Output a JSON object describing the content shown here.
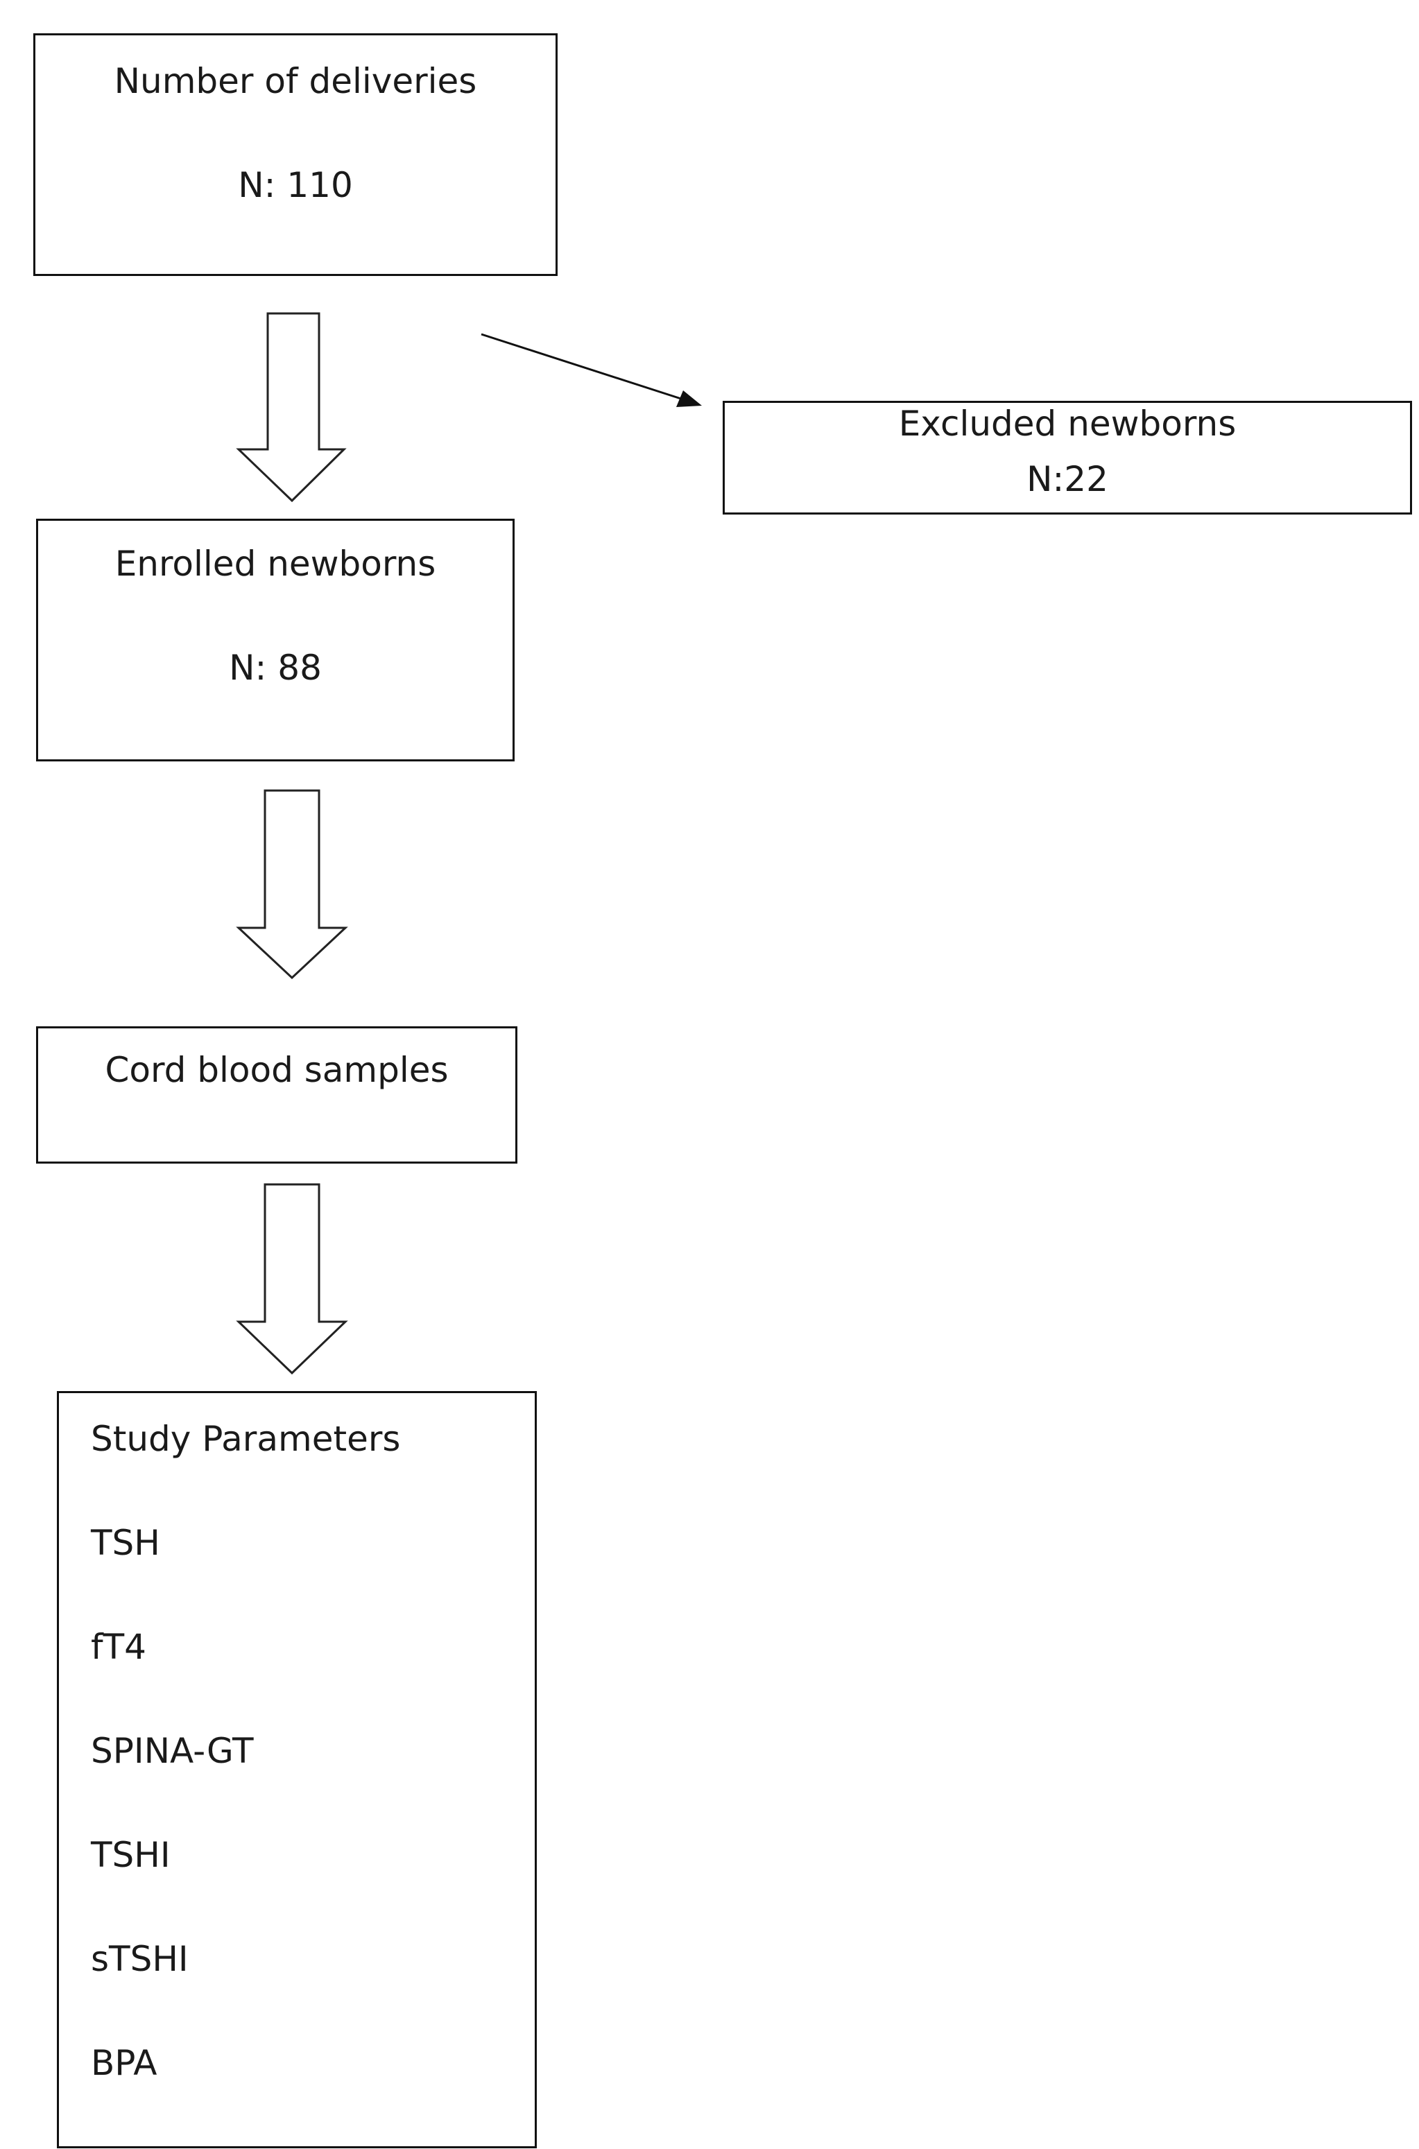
{
  "deliveries": {
    "title": "Number of deliveries",
    "count": "N: 110"
  },
  "excluded": {
    "title": "Excluded newborns",
    "count": "N:22"
  },
  "enrolled": {
    "title": "Enrolled newborns",
    "count": "N: 88"
  },
  "cord": {
    "title": "Cord blood samples"
  },
  "parameters": {
    "title": "Study Parameters",
    "items": [
      "TSH",
      "fT4",
      "SPINA-GT",
      "TSHI",
      "sTSHI",
      "BPA"
    ]
  }
}
